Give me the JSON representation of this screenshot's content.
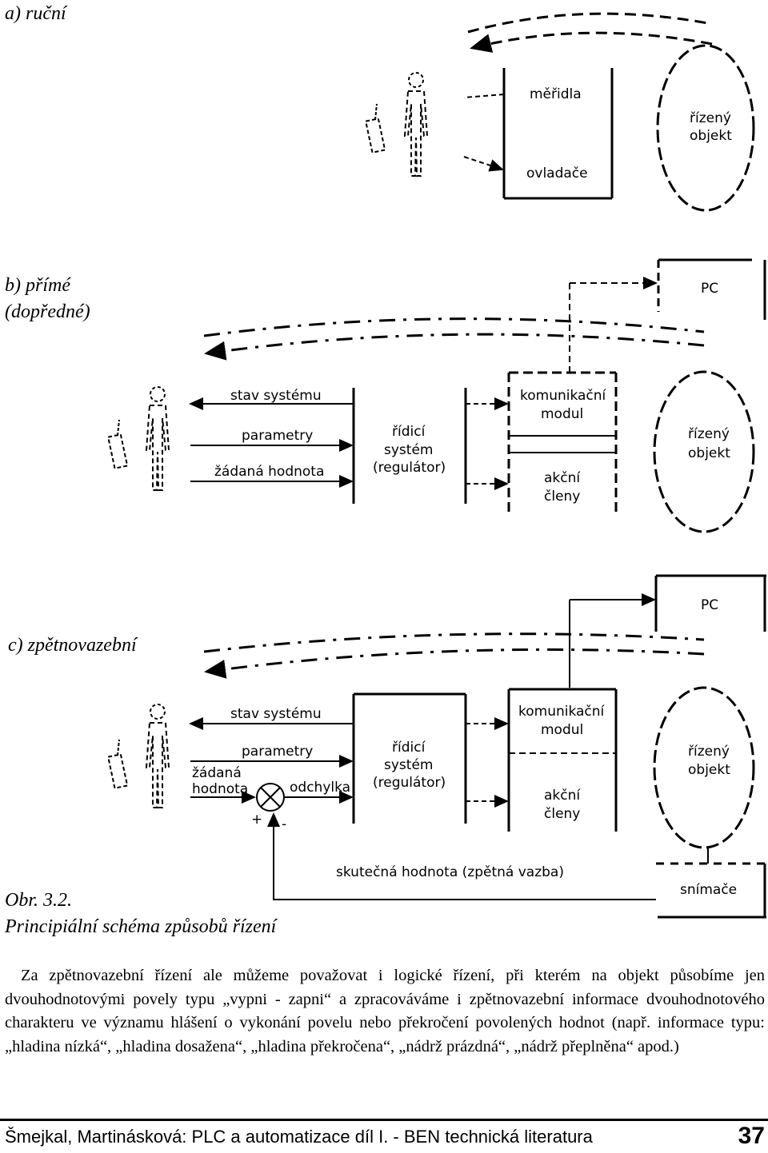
{
  "sections": {
    "a": "a) ruční",
    "b_line1": "b) přímé",
    "b_line2": "(dopředné)",
    "c": "c) zpětnovazební"
  },
  "figure": {
    "number": "Obr. 3.2.",
    "caption": "Principiální schéma způsobů řízení",
    "a": {
      "meridla": "měřidla",
      "ovladace": "ovladače",
      "rizeny_objekt_1": "řízený",
      "rizeny_objekt_2": "objekt"
    },
    "b": {
      "pc": "PC",
      "stav_systemu": "stav systému",
      "parametry": "parametry",
      "zadana_hodnota": "žádaná hodnota",
      "ridici_1": "řídicí",
      "ridici_2": "systém",
      "ridici_3": "(regulátor)",
      "komunikacni_1": "komunikační",
      "komunikacni_2": "modul",
      "akcni_1": "akční",
      "akcni_2": "členy",
      "rizeny_objekt_1": "řízený",
      "rizeny_objekt_2": "objekt"
    },
    "c": {
      "pc": "PC",
      "stav_systemu": "stav systému",
      "parametry": "parametry",
      "zadana_1": "žádaná",
      "zadana_2": "hodnota",
      "odchylka": "odchylka",
      "plus": "+",
      "minus": "-",
      "ridici_1": "řídicí",
      "ridici_2": "systém",
      "ridici_3": "(regulátor)",
      "komunikacni_1": "komunikační",
      "komunikacni_2": "modul",
      "akcni_1": "akční",
      "akcni_2": "členy",
      "rizeny_objekt_1": "řízený",
      "rizeny_objekt_2": "objekt",
      "skutecna_hodnota": "skutečná hodnota (zpětná vazba)",
      "snimace": "snímače"
    }
  },
  "body": {
    "paragraph": "Za zpětnovazební řízení ale můžeme považovat i logické řízení, při kterém na objekt působíme jen dvouhodnotovými povely typu „vypni - zapni“ a zpracováváme i zpětnovazební informace dvouhodnotového charakteru ve významu hlášení o vykonání povelu nebo překročení povolených hodnot (např. informace typu: „hladina nízká“, „hladina dosažena“, „hladina překročena“, „nádrž prázdná“, „nádrž přeplněna“ apod.)"
  },
  "footer": {
    "text": "Šmejkal, Martinásková: PLC a automatizace díl I. - BEN technická literatura",
    "page": "37"
  }
}
